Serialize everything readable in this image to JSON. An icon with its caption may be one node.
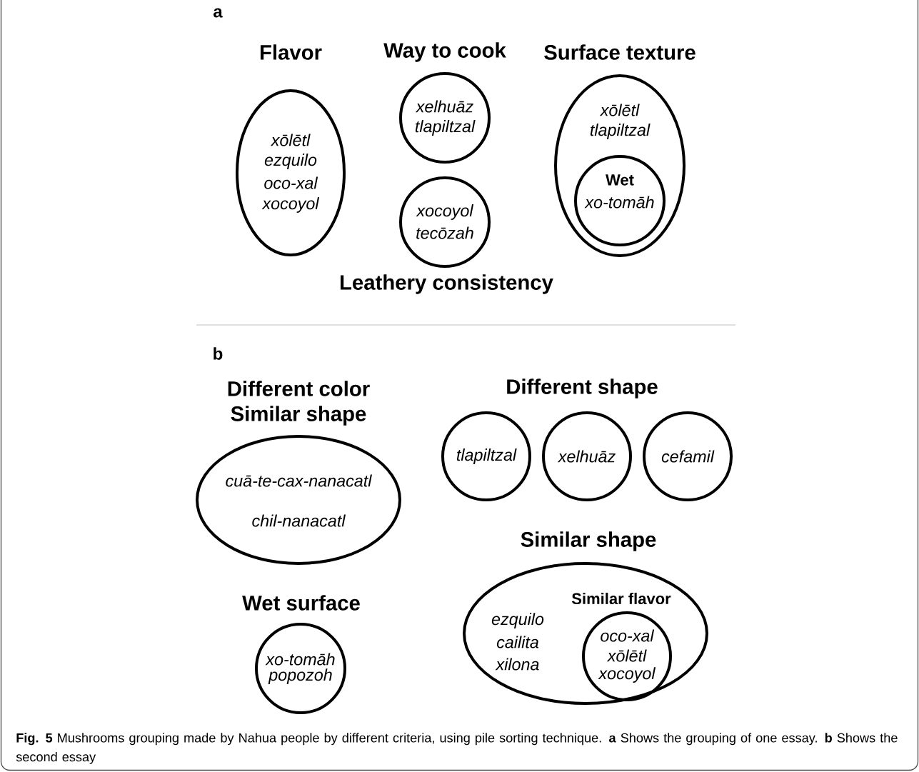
{
  "diagram": {
    "caption": "**Fig. 5** Mushrooms grouping made by Nahua people by different criteria, using pile sorting technique. **a** Shows the grouping of one essay. **b** Shows the second essay",
    "nodes": [
      {
        "text": [
          "Flavor",
          "xōlētl",
          "ezquilo",
          "oco-xal",
          "xocoyol"
        ]
      },
      {
        "text": [
          "Way to cook",
          "xelhuāz",
          "tlapiltzal"
        ]
      },
      {
        "text": [
          "xocoyol",
          "tecōzah",
          "Leathery consistency"
        ]
      },
      {
        "text": [
          "Surface texture",
          "xōlētl",
          "tlapiltzal"
        ]
      },
      {
        "text": [
          "Wet",
          "xo-tomāh"
        ],
        "in": 3
      },
      {
        "text": [
          "Different color",
          "Similar shape",
          "cuā-te-cax-nanacatl",
          "chil-nanacatl"
        ]
      },
      {
        "text": [
          "tlapiltzal"
        ]
      },
      {
        "text": [
          "xelhuāz"
        ]
      },
      {
        "text": [
          "cefamil"
        ]
      },
      {
        "text": [
          "Similar shape",
          "ezquilo",
          "cailita",
          "xilona"
        ]
      },
      {
        "text": [
          "Similar flavor",
          "oco-xal",
          "xōlētl",
          "xocoyol"
        ],
        "in": 9
      },
      {
        "text": [
          "Wet surface",
          "xo-tomāh",
          "popozoh"
        ]
      }
    ],
    "labels": [
      "a",
      "b",
      "Different shape"
    ]
  }
}
